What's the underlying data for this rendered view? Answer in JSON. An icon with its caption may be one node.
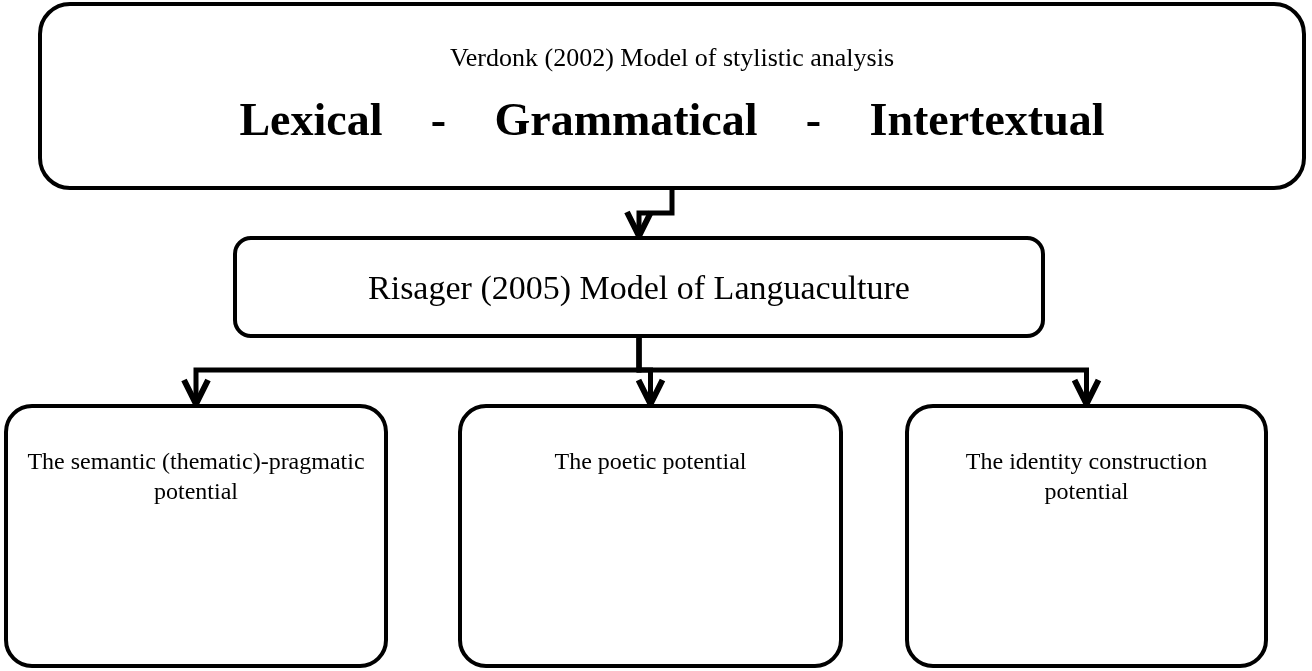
{
  "diagram": {
    "nodes": [
      {
        "text": [
          "Verdonk (2002) Model of stylistic analysis",
          "Lexical - Grammatical - Intertextual"
        ]
      },
      {
        "text": [
          "Risager (2005) Model of Languaculture"
        ]
      },
      {
        "text": [
          "The semantic (thematic)-pragmatic potential"
        ]
      },
      {
        "text": [
          "The poetic potential"
        ]
      },
      {
        "text": [
          "The identity construction potential"
        ]
      }
    ],
    "edges": [
      {
        "from": 0,
        "to": 1,
        "arrow": "to"
      },
      {
        "from": 1,
        "to": 2,
        "arrow": "to"
      },
      {
        "from": 1,
        "to": 3,
        "arrow": "to"
      },
      {
        "from": 1,
        "to": 4,
        "arrow": "to"
      }
    ]
  }
}
